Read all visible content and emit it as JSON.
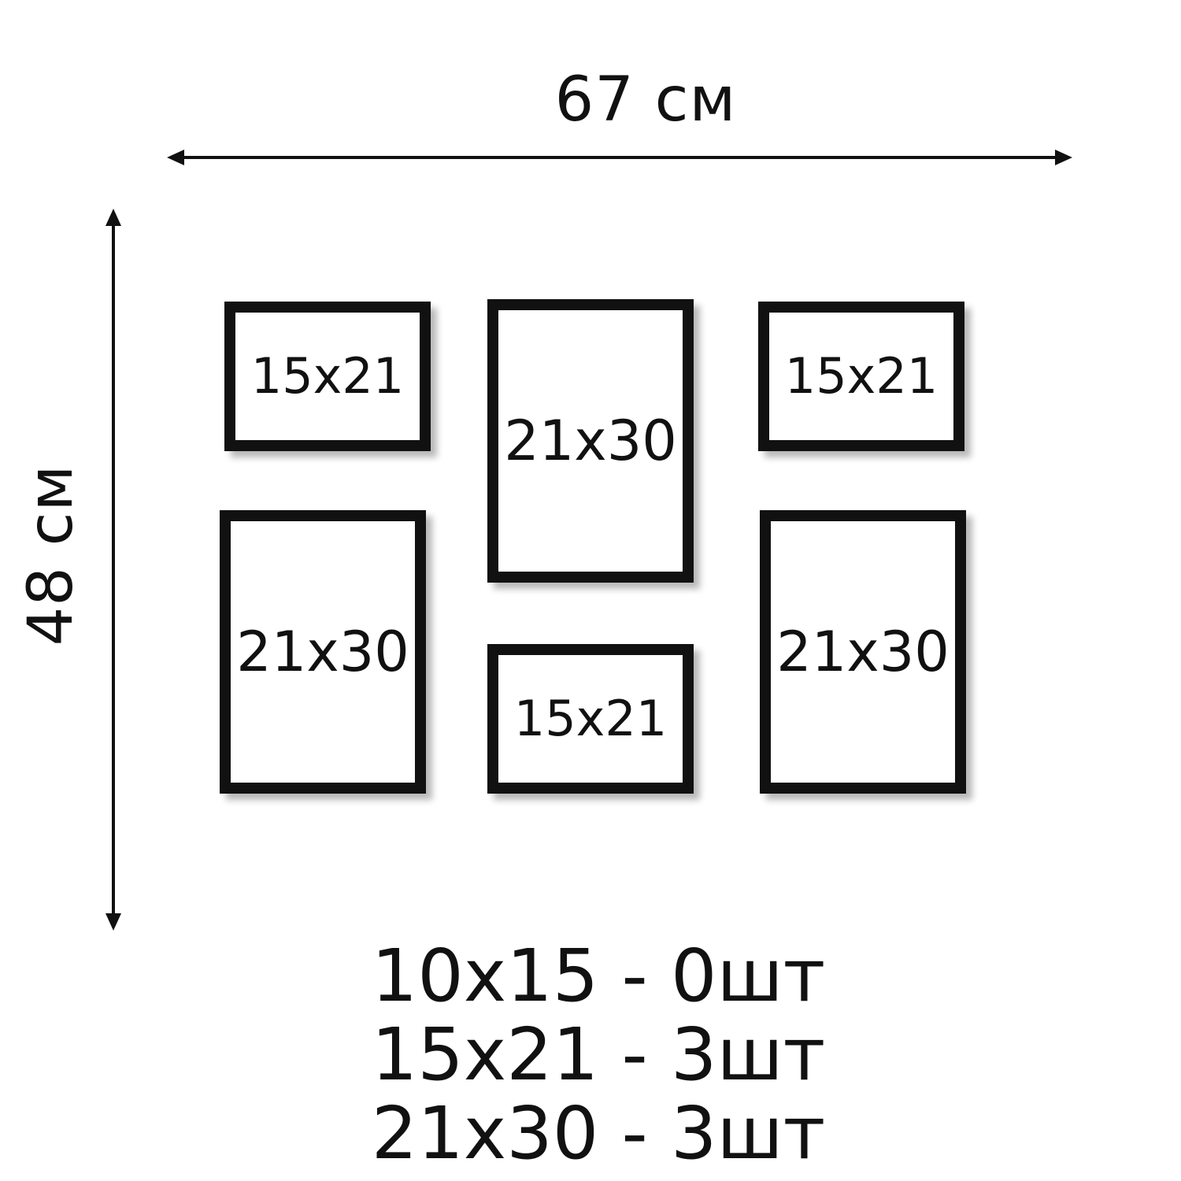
{
  "dimensions": {
    "width_label": "67 см",
    "height_label": "48 см"
  },
  "frames": [
    {
      "label": "15x21"
    },
    {
      "label": "21x30"
    },
    {
      "label": "15x21"
    },
    {
      "label": "21x30"
    },
    {
      "label": "15x21"
    },
    {
      "label": "21x30"
    }
  ],
  "counts": [
    "10x15 - 0шт",
    "15x21 - 3шт",
    "21x30 - 3шт"
  ]
}
